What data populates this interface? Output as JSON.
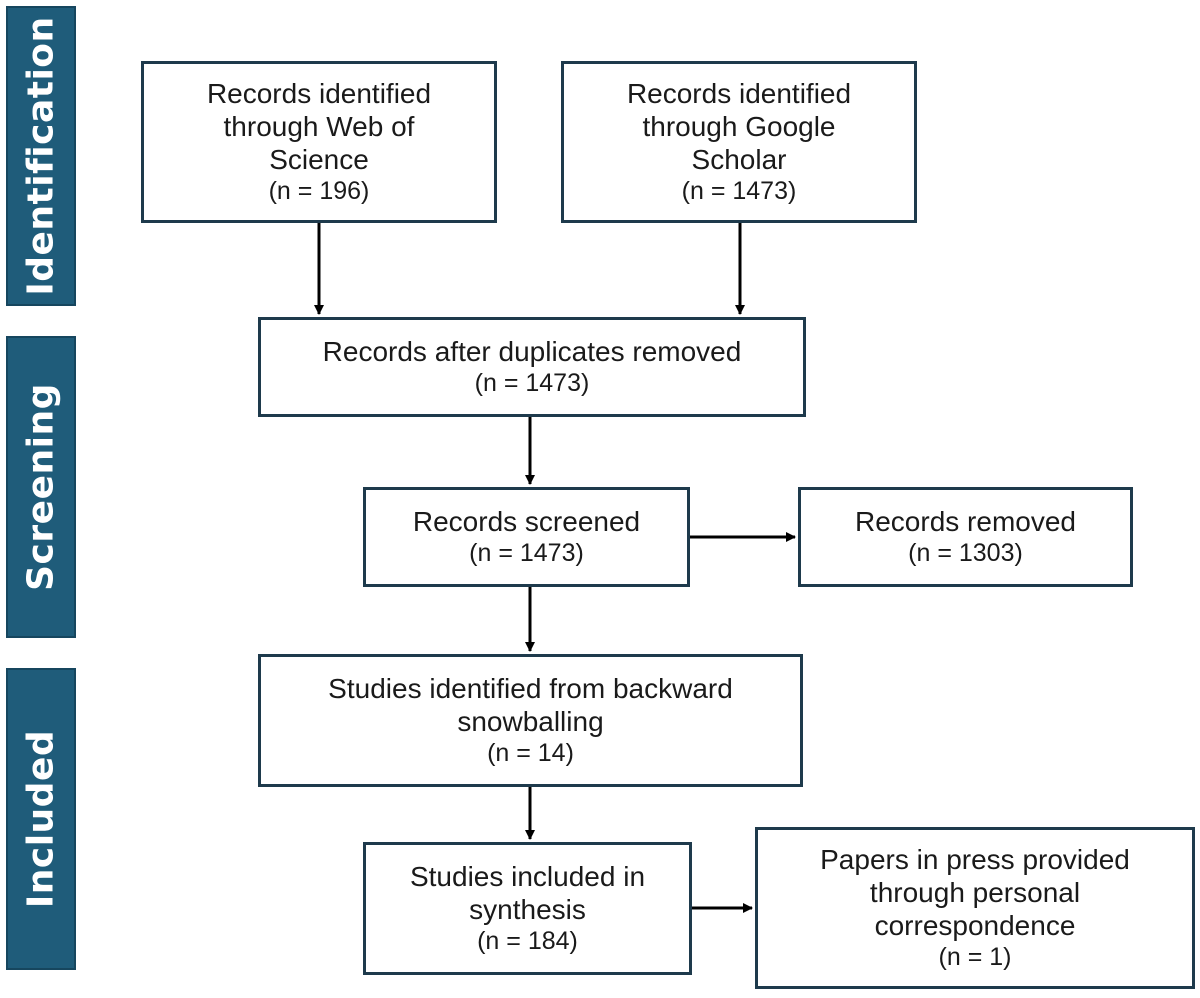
{
  "phases": {
    "identification": "Identification",
    "screening": "Screening",
    "included": "Included"
  },
  "boxes": {
    "web_of_science": {
      "text": "Records identified through Web of Science",
      "n": "(n = 196)"
    },
    "google_scholar": {
      "text": "Records identified through Google Scholar",
      "n": "(n = 1473)"
    },
    "duplicates_removed": {
      "text": "Records after duplicates removed",
      "n": "(n = 1473)"
    },
    "screened": {
      "text": "Records screened",
      "n": "(n = 1473)"
    },
    "removed": {
      "text": "Records removed",
      "n": "(n = 1303)"
    },
    "snowballing": {
      "text": "Studies identified from backward snowballing",
      "n": "(n = 14)"
    },
    "synthesis": {
      "text": "Studies included in synthesis",
      "n": "(n = 184)"
    },
    "in_press": {
      "text": "Papers in press provided through personal correspondence",
      "n": "(n = 1)"
    }
  },
  "colors": {
    "phase_fill": "#1f5c7a",
    "box_border": "#1e3a4c",
    "arrow": "#000000"
  }
}
